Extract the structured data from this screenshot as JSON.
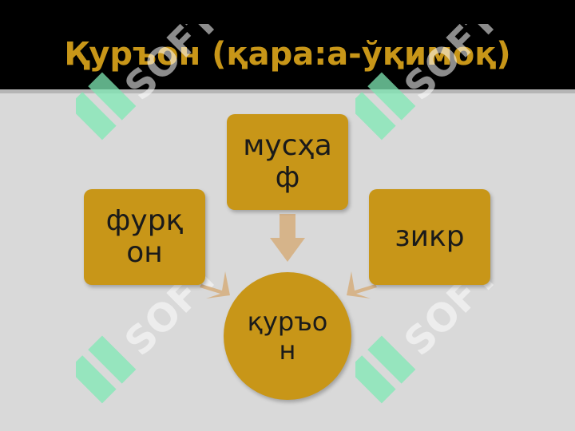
{
  "title": "Қуръон (қара:а-ўқимоқ)",
  "nodes": {
    "top": {
      "line1": "мусҳа",
      "line2": "ф"
    },
    "left": {
      "line1": "фурқ",
      "line2": "он"
    },
    "right": {
      "line1": "зикр"
    },
    "center": {
      "line1": "қуръо",
      "line2": "н"
    }
  },
  "watermark": {
    "text": "SOFT",
    "mark_icon": "soft-logo-icon"
  },
  "colors": {
    "header_bg": "#000000",
    "title": "#c89618",
    "node_fill": "#c89618",
    "arrow_fill": "#d6b48a",
    "background": "#d9d9d9",
    "watermark": "#7fe8b4"
  }
}
